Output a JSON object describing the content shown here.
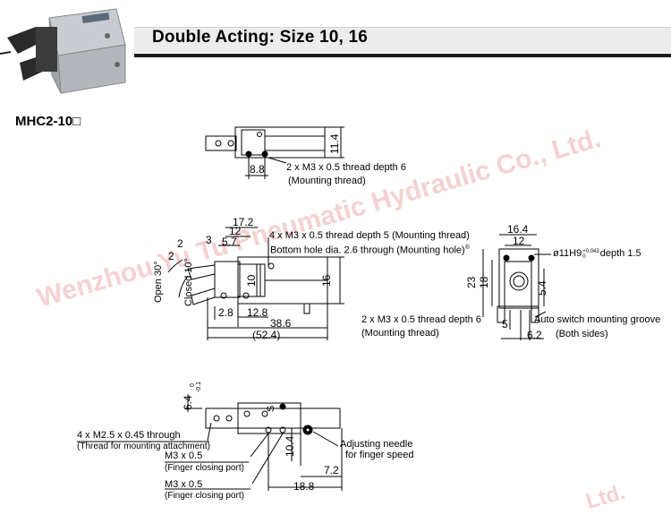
{
  "header": {
    "title": "Double Acting: Size 10, 16",
    "model": "MHC2-10□"
  },
  "watermark": {
    "main": "Wenzhou Yu Tu Pneumatic Hydraulic Co., Ltd.",
    "fragment": "Ltd.",
    "color": "#dc5a5a"
  },
  "view_top": {
    "dims": {
      "d1": "11.4",
      "d2": "8.8"
    },
    "note": "2 x M3 x 0.5 thread depth 6",
    "note_sub": "(Mounting thread)"
  },
  "view_side": {
    "dims": {
      "d172": "17.2",
      "d12": "12",
      "d3": "3",
      "d57": "5.7",
      "d2a": "2",
      "d2b": "2",
      "d10": "10",
      "d16": "16",
      "d28": "2.8",
      "d128": "12.8",
      "d386": "38.6",
      "d524": "(52.4)"
    },
    "open_label": "Open 30°",
    "closed_label": "Closed 10°",
    "note1": "4 x M3 x 0.5 thread depth 5 (Mounting thread)",
    "note2": "Bottom hole dia. 2.6 through (Mounting hole)",
    "note2_mark": "®"
  },
  "view_end": {
    "dims": {
      "d164": "16.4",
      "d12": "12",
      "d23": "23",
      "d18": "18",
      "d54": "5.4",
      "d5": "5",
      "d62": "6.2"
    },
    "bore": "ø11H9",
    "tol_up": "+0.043",
    "tol_lo": "0",
    "bore_tail": "depth 1.5",
    "note1": "2 x M3 x 0.5 thread depth 6",
    "note1_sub": "(Mounting thread)",
    "note2": "Auto switch mounting groove",
    "note2_sub": "(Both sides)"
  },
  "view_bottom": {
    "dims": {
      "d64": "6.4",
      "tol_hi": "0",
      "tol_lo": "-0.1",
      "d104": "10.4",
      "d72": "7.2",
      "d188": "18.8"
    },
    "s_mark": "S",
    "note1": "4 x M2.5 x 0.45 through",
    "note1_sub": "(Thread for mounting attachment)",
    "note2": "M3 x 0.5",
    "note2_sub": "(Finger closing port)",
    "note3": "M3 x 0.5",
    "note3_sub": "(Finger closing port)",
    "note4": "Adjusting needle",
    "note4_sub": "for finger speed"
  }
}
